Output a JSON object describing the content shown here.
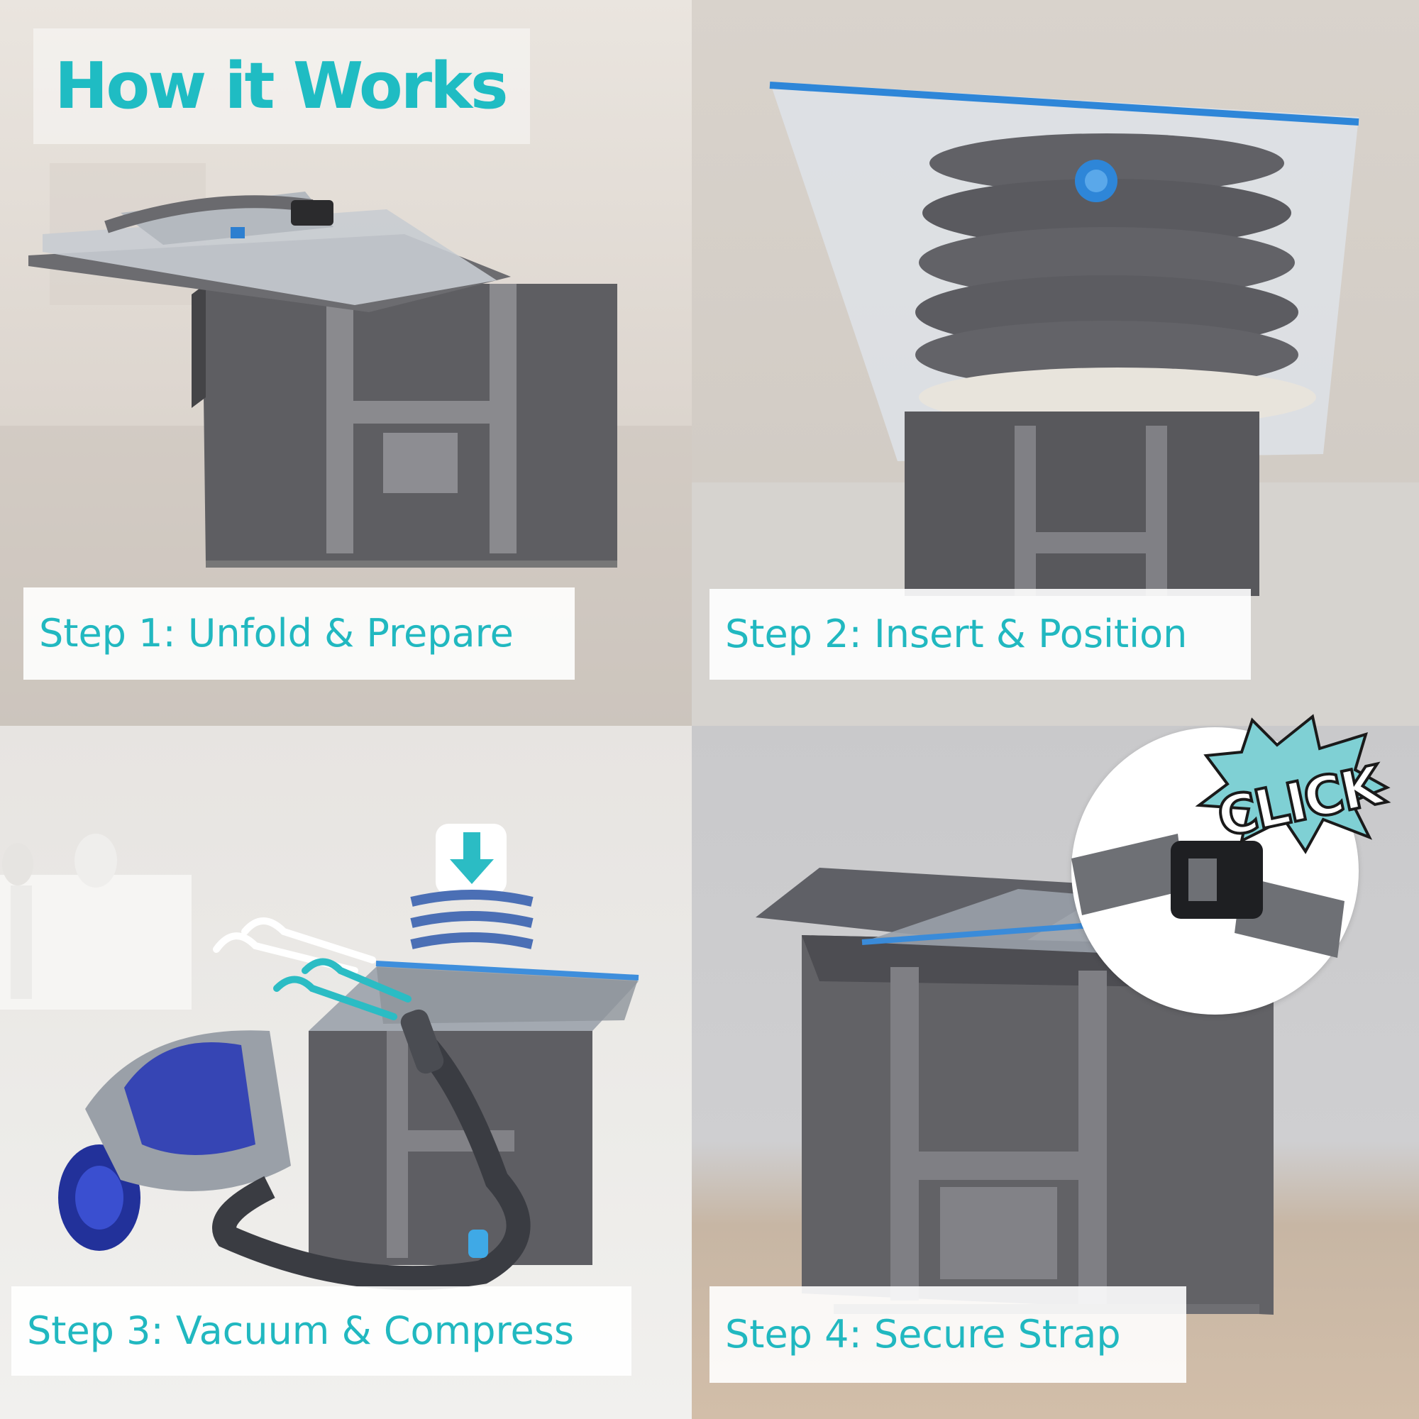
{
  "header": {
    "title": "How it Works"
  },
  "steps": [
    {
      "label": "Step 1: Unfold & Prepare"
    },
    {
      "label": "Step 2: Insert & Position"
    },
    {
      "label": "Step 3: Vacuum & Compress"
    },
    {
      "label": "Step 4: Secure Strap"
    }
  ],
  "badge": {
    "text": "CLICK"
  },
  "colors": {
    "accent": "#1fbcc3",
    "box_gray": "#5d5d61",
    "seal_blue": "#2e86d8"
  },
  "icons": [
    "down-arrow-compress-icon",
    "air-flow-icon",
    "buckle-icon"
  ]
}
